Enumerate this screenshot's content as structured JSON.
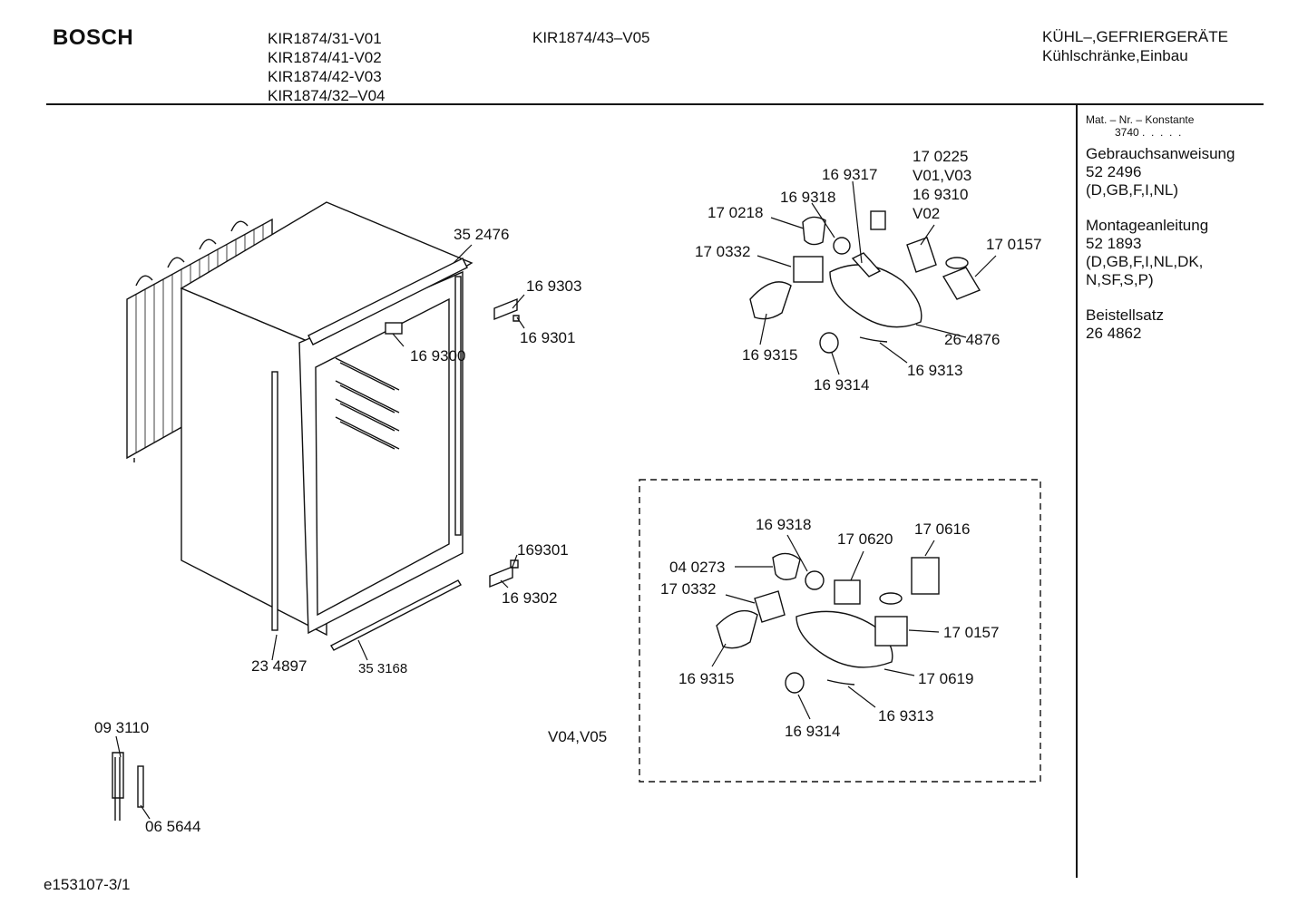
{
  "header": {
    "brand": "BOSCH",
    "models": [
      "KIR1874/31-V01",
      "KIR1874/41-V02",
      "KIR1874/42-V03",
      "KIR1874/32–V04"
    ],
    "model_extra": "KIR1874/43–V05",
    "category_line1": "KÜHL–,GEFRIERGERÄTE",
    "category_line2": "Kühlschränke,Einbau"
  },
  "sidebar": {
    "mat_label": "Mat. – Nr. – Konstante",
    "mat_value": "3740",
    "gebrauch_title": "Gebrauchsanweisung",
    "gebrauch_nr": "52 2496",
    "gebrauch_lang": "(D,GB,F,I,NL)",
    "montage_title": "Montageanleitung",
    "montage_nr": "52 1893",
    "montage_lang1": "(D,GB,F,I,NL,DK,",
    "montage_lang2": "N,SF,S,P)",
    "beistell_title": "Beistellsatz",
    "beistell_nr": "26 4862"
  },
  "main_labels": {
    "p352476": "35 2476",
    "p169303": "16 9303",
    "p169301": "16 9301",
    "p169300": "16 9300",
    "p169301b": "169301",
    "p169302": "16 9302",
    "p234897": "23 4897",
    "p353168": "35 3168",
    "p093110": "09 3110",
    "p065644": "06 5644"
  },
  "upper_lamp": {
    "p170225": "17 0225",
    "v01v03": "V01,V03",
    "p169310": "16 9310",
    "v02": "V02",
    "p169317": "16 9317",
    "p169318": "16 9318",
    "p170218": "17 0218",
    "p170157": "17 0157",
    "p170332": "17 0332",
    "p264876": "26 4876",
    "p169315": "16 9315",
    "p169313": "16 9313",
    "p169314": "16 9314"
  },
  "lower_lamp": {
    "variant": "V04,V05",
    "p169318": "16 9318",
    "p170620": "17 0620",
    "p170616": "17 0616",
    "p040273": "04 0273",
    "p170332": "17 0332",
    "p170157": "17 0157",
    "p169315": "16 9315",
    "p170619": "17 0619",
    "p169313": "16 9313",
    "p169314": "16 9314"
  },
  "footer": {
    "ref": "e153107-3/1"
  }
}
